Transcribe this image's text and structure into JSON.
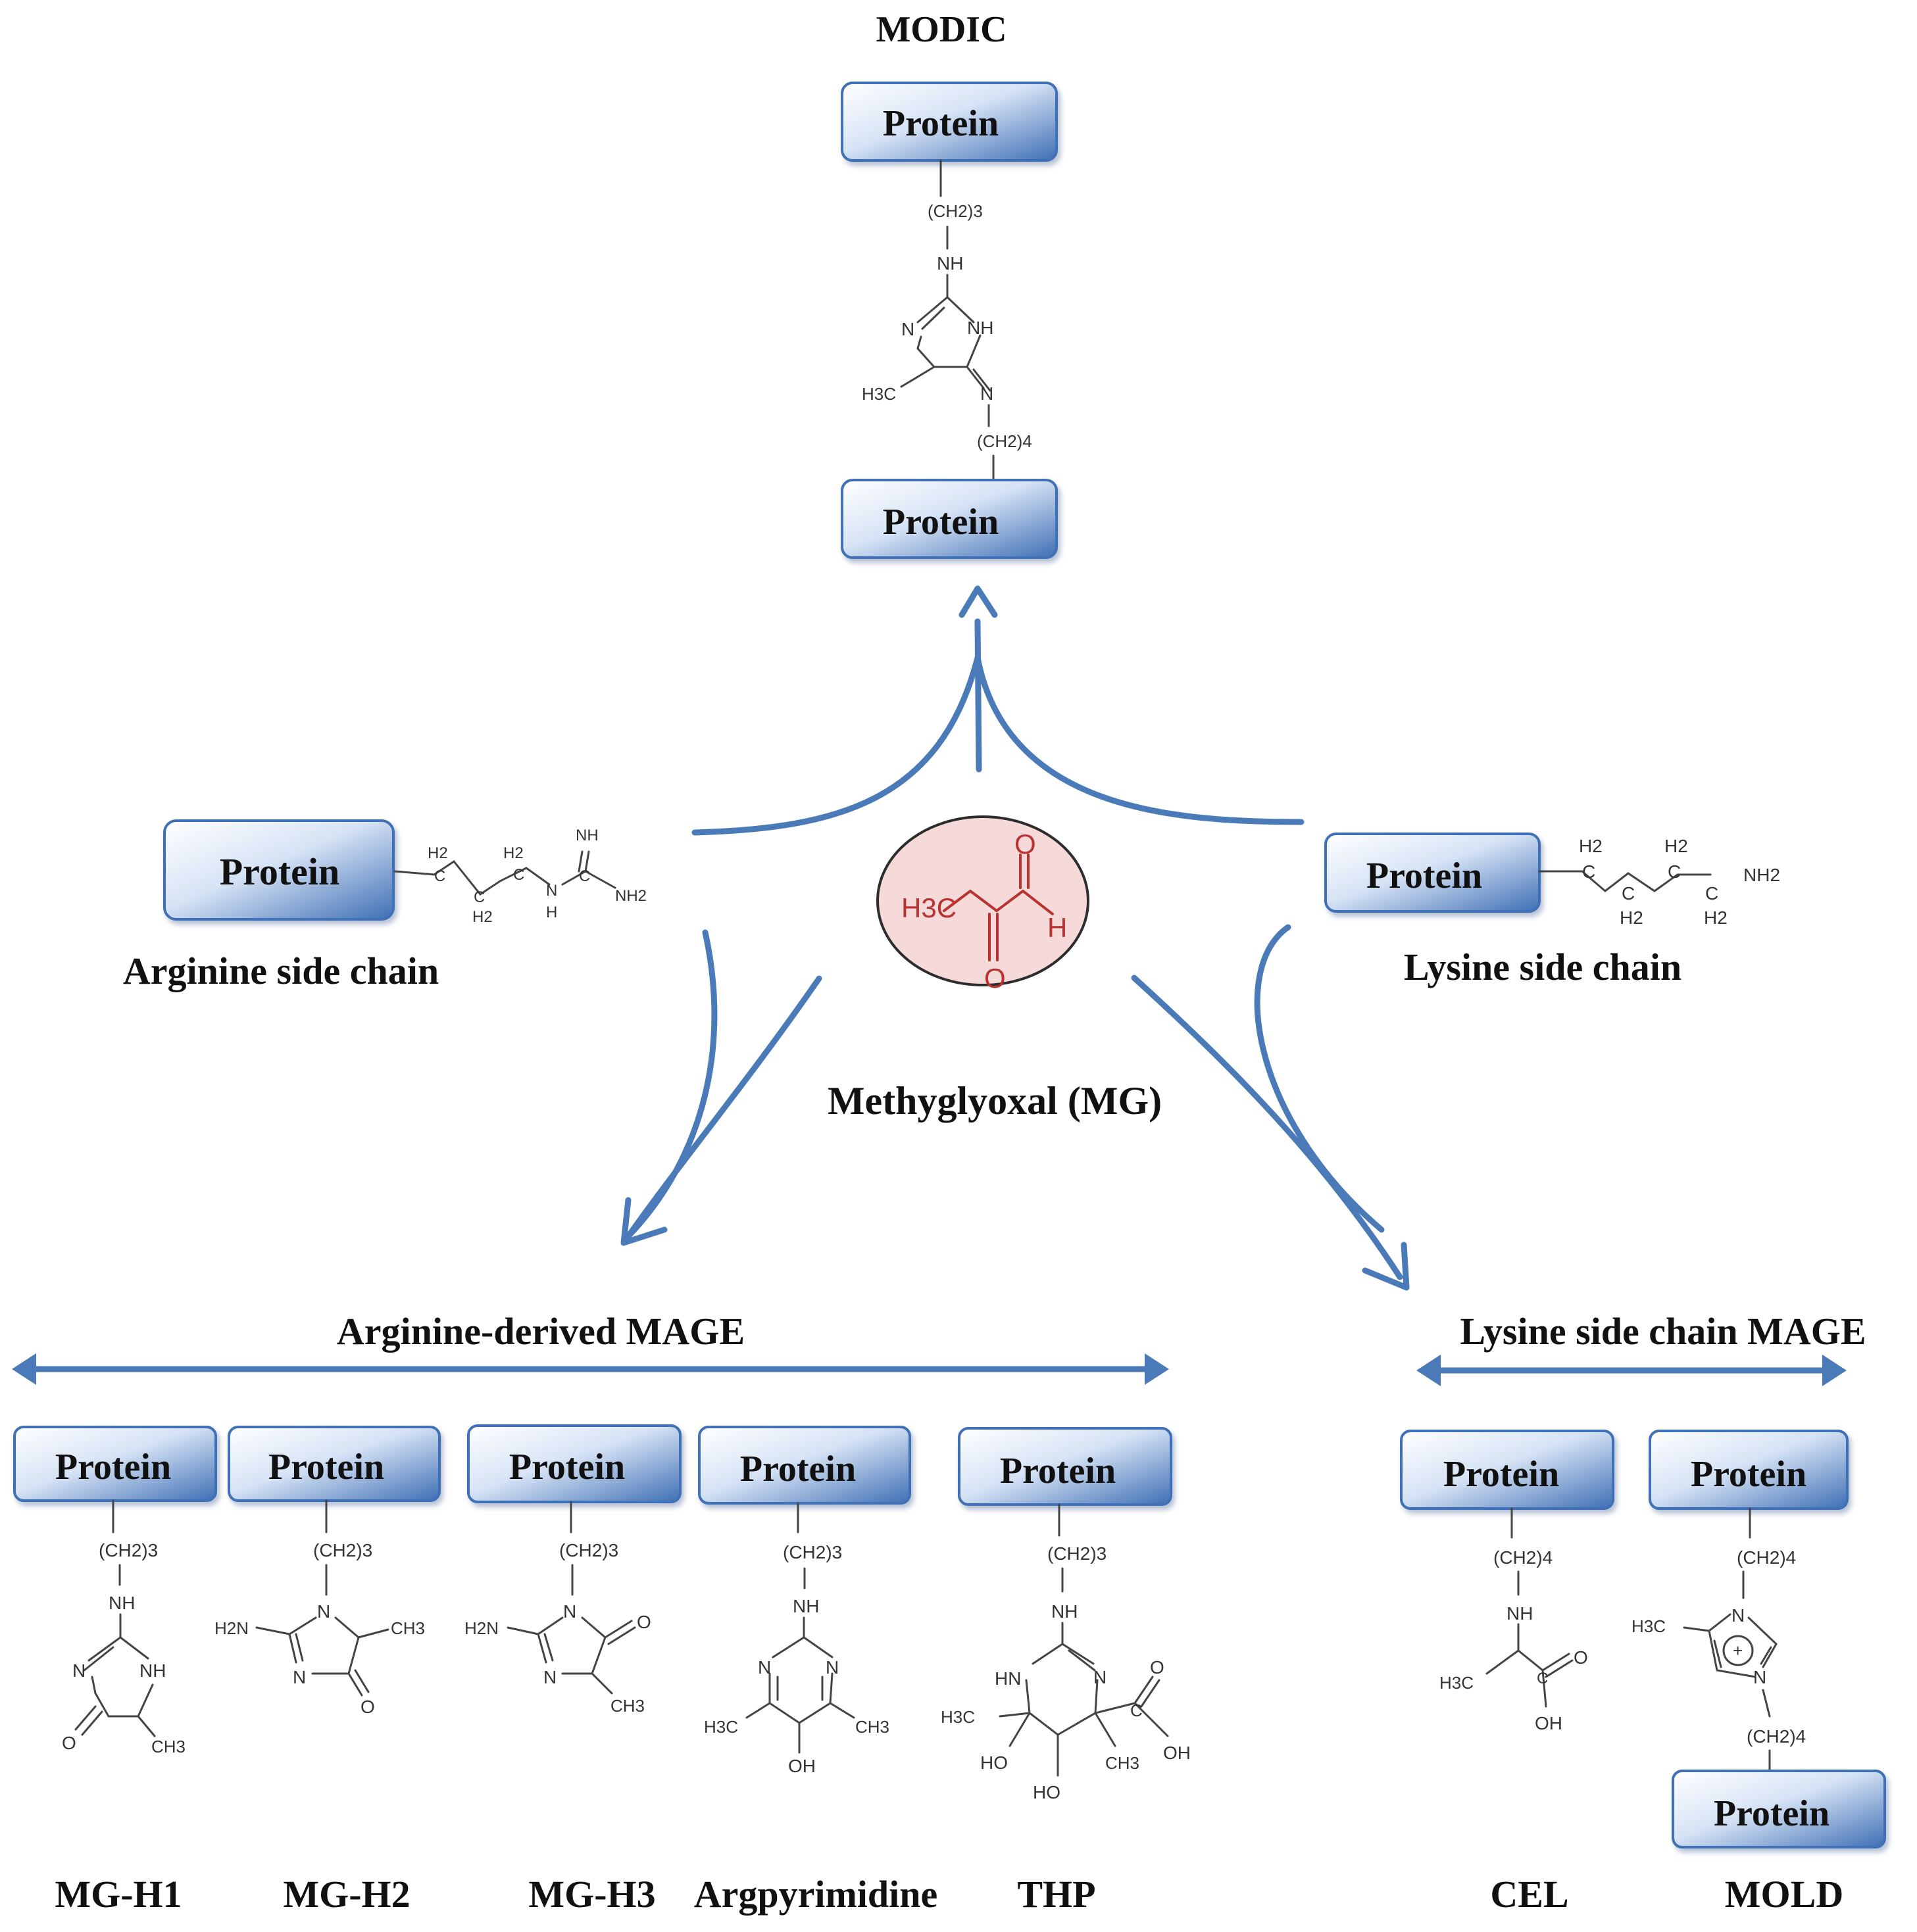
{
  "title": "MODIC",
  "center": {
    "name": "Methyglyoxal (MG)",
    "formula": {
      "h3c": "H3C",
      "o": "O",
      "h": "H"
    }
  },
  "protein_label": "Protein",
  "left_reactant": {
    "label": "Arginine side chain"
  },
  "right_reactant": {
    "label": "Lysine side chain"
  },
  "groups": {
    "arginine": {
      "label": "Arginine-derived MAGE"
    },
    "lysine": {
      "label": "Lysine side chain MAGE"
    }
  },
  "products": {
    "arginine": [
      "MG-H1",
      "MG-H2",
      "MG-H3",
      "Argpyrimidine",
      "THP"
    ],
    "lysine": [
      "CEL",
      "MOLD"
    ]
  },
  "chem": {
    "ch2_3": "(CH2)3",
    "ch2_4": "(CH2)4",
    "nh": "NH",
    "n": "N",
    "h2n": "H2N",
    "nh2": "NH2",
    "h2": "H2",
    "c": "C",
    "h": "H",
    "o": "O",
    "oh": "OH",
    "ho": "HO",
    "hn": "HN",
    "ch3": "CH3",
    "h3c": "H3C",
    "plus": "+"
  },
  "colors": {
    "arrow": "#4a7ab8",
    "protein_box_light": "#ffffff",
    "protein_box_dark": "#3f6fb5",
    "mg_fill": "#f6d9d9",
    "mg_stroke": "#2d2d2d",
    "mg_structure": "#b83232"
  }
}
